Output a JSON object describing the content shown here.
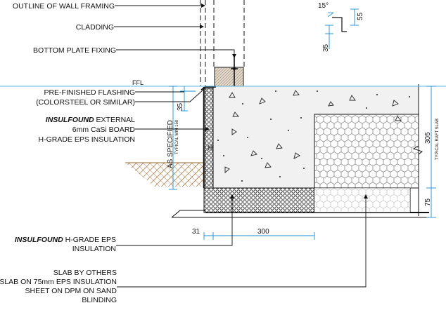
{
  "labels": {
    "wall_framing": "OUTLINE OF WALL FRAMING",
    "cladding": "CLADDING",
    "bottom_plate": "BOTTOM PLATE FIXING",
    "ffl": "FFL",
    "flashing_1": "PRE-FINISHED FLASHING",
    "flashing_2": "(COLORSTEEL OR SIMILAR)",
    "external_brand": "INSULFOUND",
    "external_rest": " EXTERNAL",
    "casi_board": "6mm CaSi BOARD",
    "eps_insulation": "H-GRADE EPS INSULATION",
    "hgrade_brand": "INSULFOUND",
    "hgrade_rest": " H-GRADE EPS",
    "hgrade_line2": "INSULATION",
    "slab_1": "SLAB BY OTHERS",
    "slab_2": "SLAB ON 75mm EPS INSULATION",
    "slab_3": "SHEET ON DPM ON SAND",
    "slab_4": "BLINDING",
    "as_specified": "AS SPECIFIED",
    "typ_min": "TYPICAL MIN 150",
    "rib_marker": "H",
    "typ_raft": "TYPICAL RAFT SLAB"
  },
  "dimensions": {
    "angle": "15°",
    "flash_height": "55",
    "flash_leg": "35",
    "flash_upstand": "35",
    "slab_depth": "305",
    "eps_depth": "75",
    "edge_offset": "31",
    "rib_spacing": "300"
  },
  "colors": {
    "ffl_line": "#5ab4dc",
    "dimension": "#1a8fd0",
    "soil_hatch": "#9b6a2d",
    "timber_plate": "#e7d8c6"
  }
}
